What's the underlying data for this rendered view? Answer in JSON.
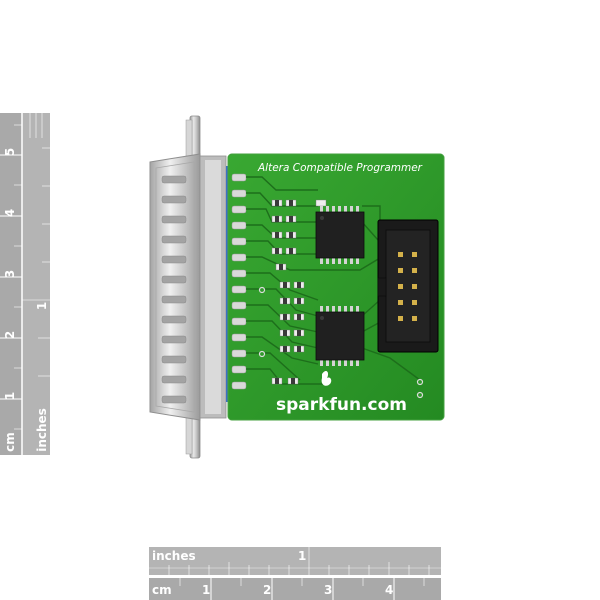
{
  "board": {
    "title": "Altera Compatible Programmer",
    "brand": "sparkfun.com"
  },
  "ruler_bottom": {
    "inches_label": "inches",
    "inches_ticks": [
      "1"
    ],
    "cm_label": "cm",
    "cm_ticks": [
      "1",
      "2",
      "3",
      "4"
    ]
  },
  "ruler_left": {
    "inches_label": "inches",
    "inches_ticks": [
      "1"
    ],
    "cm_label": "cm",
    "cm_ticks": [
      "1",
      "2",
      "3",
      "4",
      "5"
    ]
  },
  "colors": {
    "pcb_green": "#2f9a2a",
    "ruler_gray": "#a9a9a9",
    "connector_metal": "#c9c9c9",
    "header_black": "#1a1a1a"
  }
}
